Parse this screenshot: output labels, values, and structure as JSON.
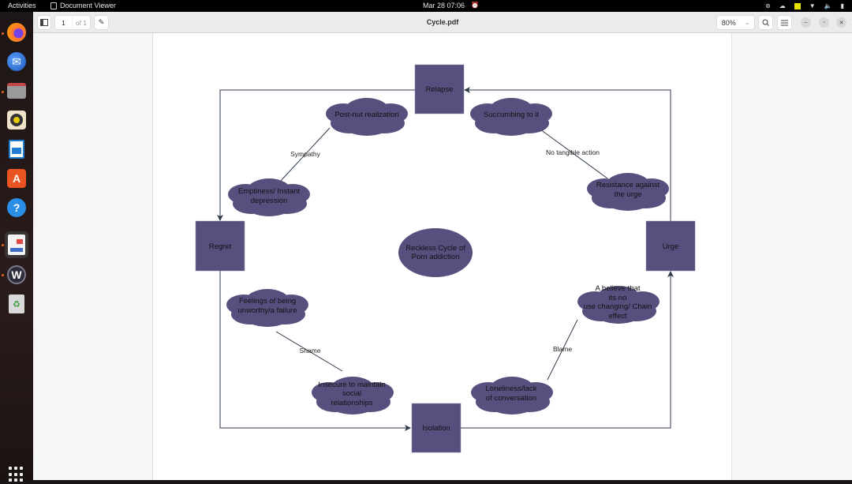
{
  "topbar": {
    "activities": "Activities",
    "app_name": "Document Viewer",
    "clock": "Mar 28  07:06",
    "tray_icons": [
      "accessibility-icon",
      "cloud-icon",
      "notes-indicator-icon",
      "wifi-icon",
      "volume-icon",
      "battery-icon"
    ]
  },
  "dock": {
    "items": [
      {
        "name": "firefox",
        "icon": "firefox-icon",
        "running": true,
        "color": "#e66000"
      },
      {
        "name": "thunderbird",
        "icon": "mail-icon",
        "running": false,
        "color": "#2a6fc9"
      },
      {
        "name": "files",
        "icon": "folder-icon",
        "running": true,
        "color": "#8a8a8a"
      },
      {
        "name": "rhythmbox",
        "icon": "speaker-icon",
        "running": false,
        "color": "#f0c000"
      },
      {
        "name": "writer",
        "icon": "document-icon",
        "running": false,
        "color": "#1e7dd1"
      },
      {
        "name": "app-center",
        "icon": "store-icon",
        "running": false,
        "color": "#e95420"
      },
      {
        "name": "help",
        "icon": "help-icon",
        "running": false,
        "color": "#2b8ee6"
      },
      {
        "name": "document-viewer",
        "icon": "document-viewer-icon",
        "running": true,
        "active": true,
        "color": "#e0e0e0"
      },
      {
        "name": "wps",
        "icon": "w-app-icon",
        "running": true,
        "color": "#3a3a4a"
      },
      {
        "name": "trash",
        "icon": "trash-icon",
        "running": false,
        "color": "#cfcfcf"
      }
    ],
    "apps_grid": "show-apps-icon"
  },
  "toolbar": {
    "page_current": "1",
    "page_total": "of 1",
    "title": "Cycle.pdf",
    "zoom": "80%"
  },
  "diagram": {
    "fill": "#56507e",
    "line": "#2d3a4a",
    "title": [
      "Reckless Cycle of",
      "Porn addiction"
    ],
    "stages": {
      "relapse": "Relapse",
      "regret": "Regret",
      "isolation": "Isolation",
      "urge": "Urge"
    },
    "clouds": {
      "post_nut": [
        "Post-nut realization"
      ],
      "succumbing": [
        "Succumbing to it"
      ],
      "emptiness": [
        "Emptiness/ Instant",
        "depression"
      ],
      "resistance": [
        "Resistance against",
        "the urge"
      ],
      "feelings": [
        "Feelings of being",
        "unworthy/a failure"
      ],
      "believe": [
        "A believe that",
        "its no",
        "use changing/ Chain",
        "effect"
      ],
      "insecure": [
        "Insecure to maintain",
        "social",
        "relationships"
      ],
      "loneliness": [
        "Loneliness/lack",
        "of conversation"
      ]
    },
    "connectors": {
      "sympathy": "Sympathy",
      "no_action": "No tangible action",
      "shame": "Shame",
      "blame": "Blame"
    }
  }
}
